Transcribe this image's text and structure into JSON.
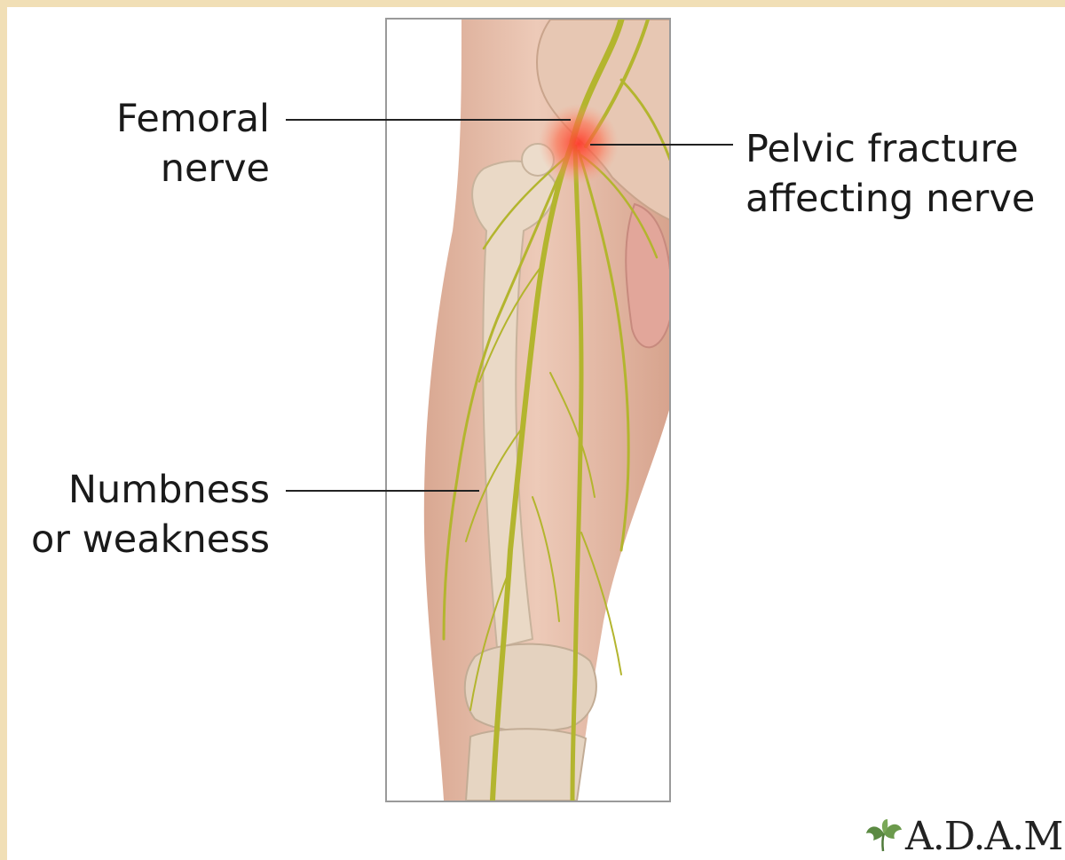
{
  "labels": {
    "femoral_nerve": [
      "Femoral",
      "nerve"
    ],
    "pelvic_fracture": [
      "Pelvic fracture",
      "affecting nerve"
    ],
    "numbness": [
      "Numbness",
      "or weakness"
    ]
  },
  "logo": {
    "text": "A.D.A.M",
    "icon": "leaf-icon"
  },
  "colors": {
    "background": "#f1dfb6",
    "panel": "#ffffff",
    "skin": "#e8c3b0",
    "nerve": "#b5b832",
    "fracture": "#ff4a3a",
    "bone": "#ead9c6"
  }
}
